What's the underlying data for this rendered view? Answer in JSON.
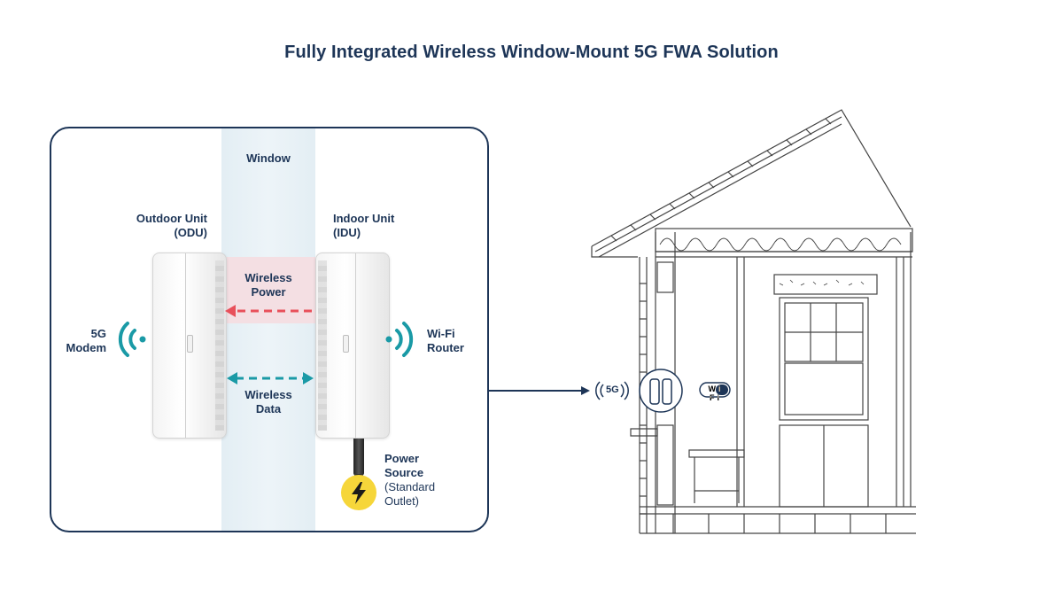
{
  "title": "Fully Integrated Wireless Window-Mount 5G FWA Solution",
  "panel": {
    "window_label": "Window",
    "odu_label_line1": "Outdoor Unit",
    "odu_label_line2": "(ODU)",
    "idu_label_line1": "Indoor Unit",
    "idu_label_line2": "(IDU)",
    "wireless_power_line1": "Wireless",
    "wireless_power_line2": "Power",
    "wireless_data_line1": "Wireless",
    "wireless_data_line2": "Data",
    "modem_line1": "5G",
    "modem_line2": "Modem",
    "router_line1": "Wi-Fi",
    "router_line2": "Router",
    "power_line1": "Power",
    "power_line2": "Source",
    "power_line3": "(Standard",
    "power_line4": "Outlet)"
  },
  "house": {
    "badge_5g": "5G",
    "badge_wifi": "Wi Fi"
  },
  "colors": {
    "navy": "#1d3557",
    "teal": "#1a9aa6",
    "red": "#e8505b",
    "yellow": "#f6d63a",
    "window_band": "#e3eef4",
    "power_band": "#f4dde2"
  },
  "icons": [
    "wifi-signal-left-icon",
    "wifi-signal-right-icon",
    "lightning-bolt-icon",
    "arrow-right-icon"
  ]
}
